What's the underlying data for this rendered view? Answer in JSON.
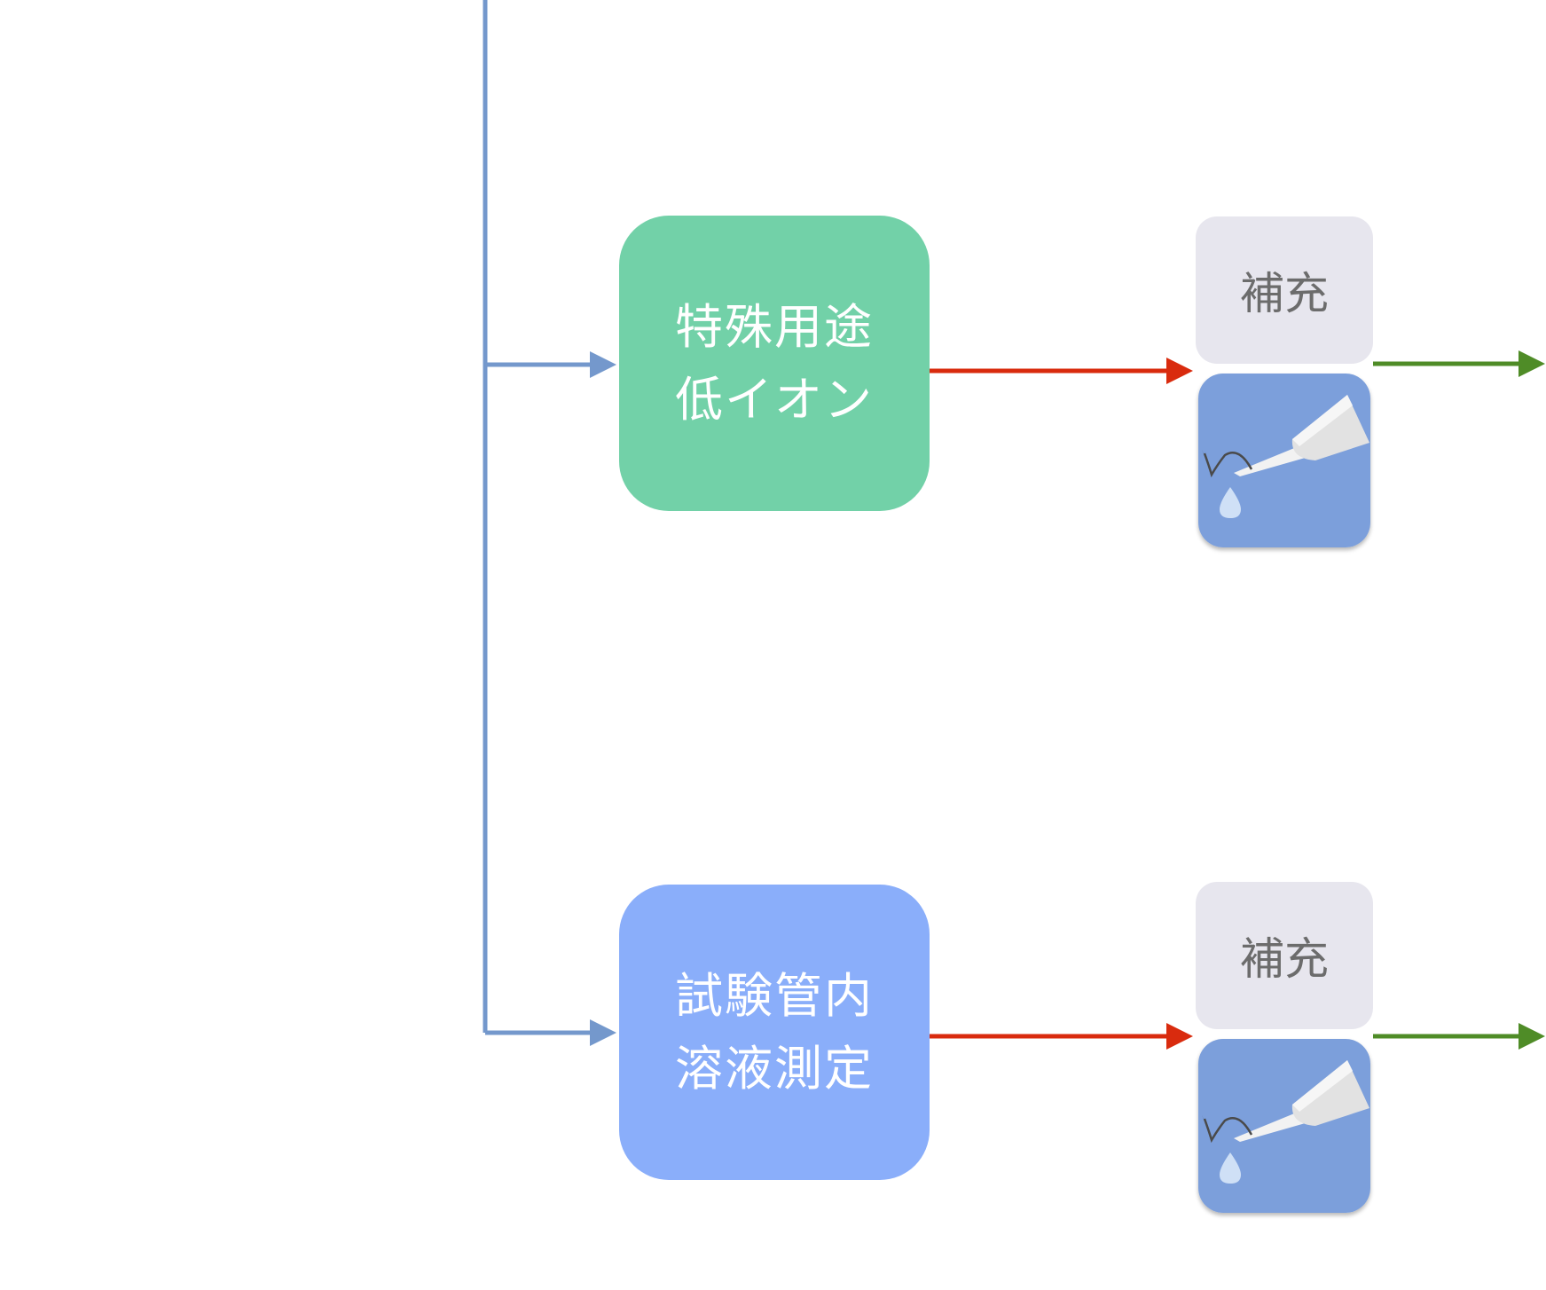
{
  "colors": {
    "trunk": "#7498cc",
    "feed_arrow": "#d92b0e",
    "out_arrow": "#4f8c27",
    "teal_box": "#72d1a8",
    "blue_box": "#8aaefa",
    "tag_bg": "#e7e6ee",
    "icon_bg": "#7c9fdb"
  },
  "nodes": [
    {
      "id": "special-use",
      "lines": [
        "特殊用途",
        "低イオン"
      ],
      "color": "teal"
    },
    {
      "id": "test-tube",
      "lines": [
        "試験管内",
        "溶液測定"
      ],
      "color": "blue"
    }
  ],
  "refill": [
    {
      "label": "補充",
      "icon": "dropper-icon"
    },
    {
      "label": "補充",
      "icon": "dropper-icon"
    }
  ]
}
